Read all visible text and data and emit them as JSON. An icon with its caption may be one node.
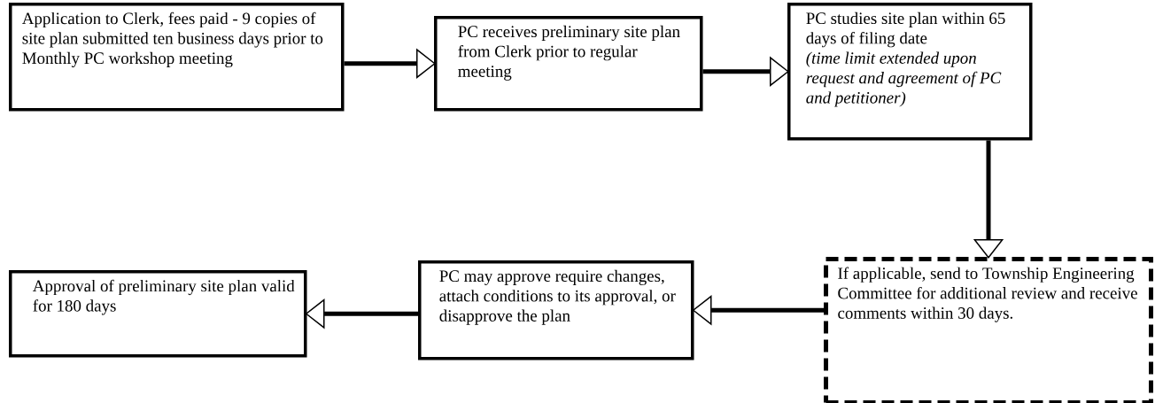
{
  "diagram": {
    "nodes": [
      {
        "text": [
          "Application to Clerk, fees paid - 9 copies of site plan submitted ten business days prior to Monthly PC workshop meeting"
        ]
      },
      {
        "text": [
          "PC receives preliminary site plan from Clerk prior to regular meeting"
        ]
      },
      {
        "text": [
          "PC studies site plan within 65 days of filing date",
          "(time limit extended upon request and agreement of PC and petitioner)"
        ]
      },
      {
        "text": [
          "If applicable, send to Township Engineering Committee for additional review and receive comments within 30 days."
        ]
      },
      {
        "text": [
          "PC may approve require changes, attach conditions to its approval, or disapprove the plan"
        ]
      },
      {
        "text": [
          "Approval of preliminary site plan valid for 180 days"
        ]
      }
    ],
    "edges": [
      {
        "from": 0,
        "to": 1,
        "arrow": "to"
      },
      {
        "from": 1,
        "to": 2,
        "arrow": "to"
      },
      {
        "from": 2,
        "to": 3,
        "arrow": "to"
      },
      {
        "from": 3,
        "to": 4,
        "arrow": "to"
      },
      {
        "from": 4,
        "to": 5,
        "arrow": "to"
      }
    ]
  }
}
